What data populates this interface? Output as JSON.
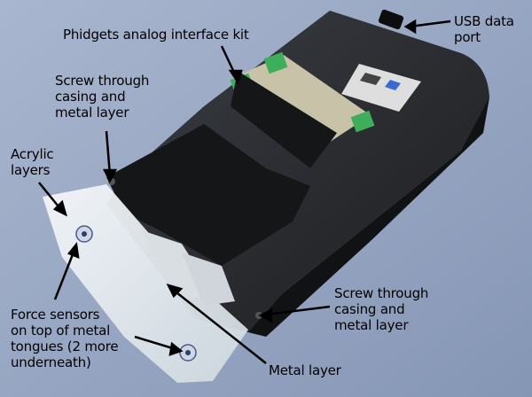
{
  "annotations": {
    "usb": "USB data\nport",
    "phidgets": "Phidgets analog interface kit",
    "screw_top": "Screw through\ncasing and\nmetal layer",
    "acrylic": "Acrylic\nlayers",
    "screw_bottom": "Screw through\ncasing and\nmetal layer",
    "force": "Force sensors\non top of metal\ntongues (2 more\nunderneath)",
    "metal": "Metal layer"
  },
  "colors": {
    "background": "#9aa8c2",
    "device_body": "#2a2c30",
    "tape": "#151618",
    "acrylic": "#e8eef2",
    "board_green": "#3fae5a"
  }
}
